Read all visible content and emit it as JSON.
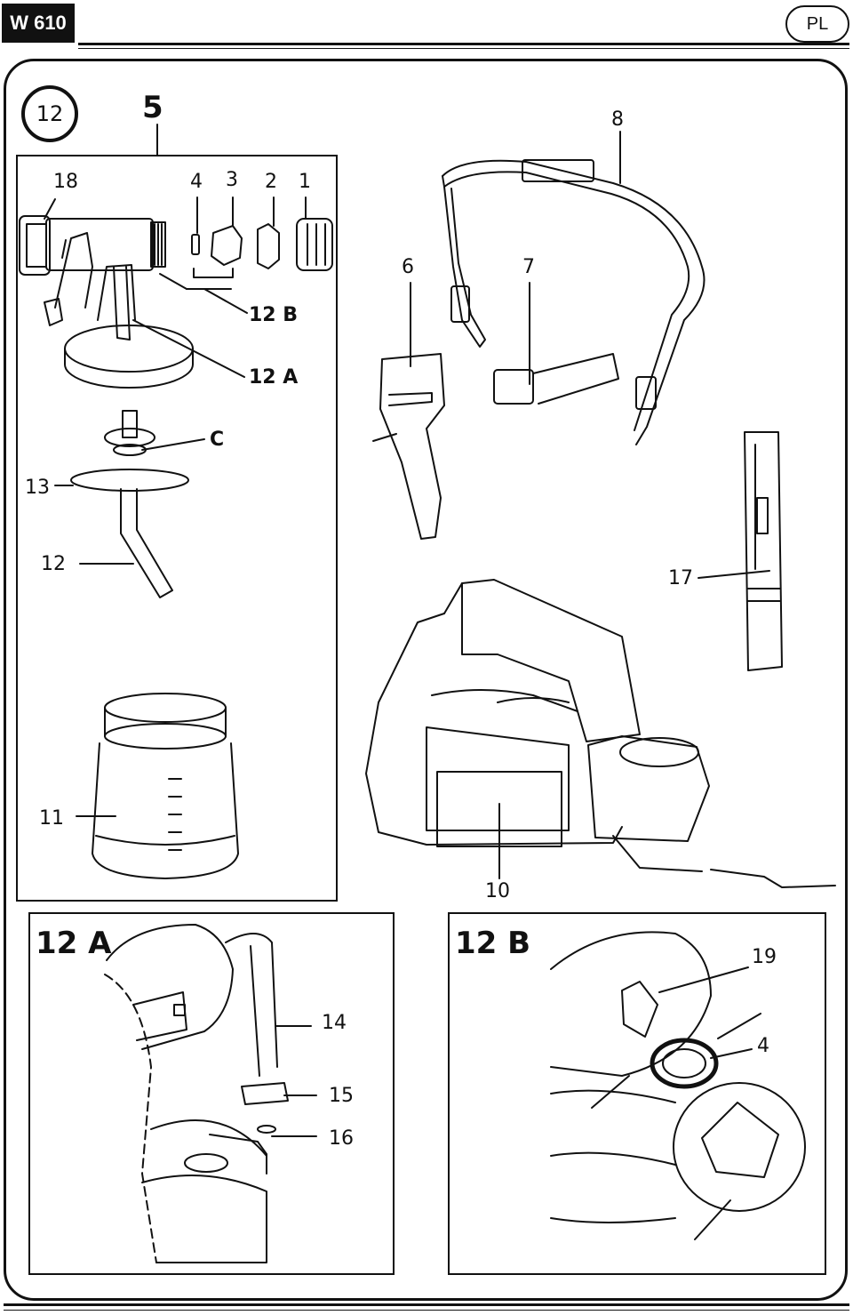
{
  "header": {
    "model": "W 610",
    "language": "PL"
  },
  "figure": {
    "step_number": "12",
    "overview_detail_ref": "5",
    "detail_a_title": "12 A",
    "detail_b_title": "12 B",
    "callouts": {
      "c18": "18",
      "c4": "4",
      "c3": "3",
      "c2": "2",
      "c1": "1",
      "c12b": "12 B",
      "c12a": "12 A",
      "cC": "C",
      "c13": "13",
      "c12": "12",
      "c11": "11",
      "c6": "6",
      "c7": "7",
      "c8": "8",
      "c17": "17",
      "c10": "10",
      "c14": "14",
      "c15": "15",
      "c16": "16",
      "c19": "19",
      "c4b": "4"
    }
  }
}
